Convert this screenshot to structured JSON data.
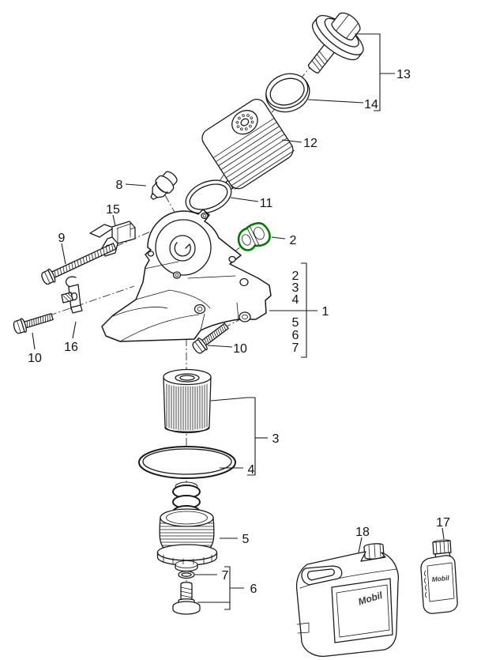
{
  "colors": {
    "background": "#ffffff",
    "line": "#1a1a1a",
    "highlight_green": "#007a00",
    "text": "#111111"
  },
  "callouts": {
    "n1": "1",
    "n2": "2",
    "n3": "3",
    "n4": "4",
    "n5": "5",
    "n6": "6",
    "n7": "7",
    "n8": "8",
    "n9": "9",
    "n10_left": "10",
    "n10_right": "10",
    "n11": "11",
    "n12": "12",
    "n13": "13",
    "n14": "14",
    "n15": "15",
    "n16": "16",
    "n17": "17",
    "n18": "18"
  },
  "group1": {
    "items": [
      "2",
      "3",
      "4",
      "5",
      "6",
      "7"
    ]
  },
  "brand": {
    "jug_label": "Mobil",
    "bottle_label": "Mobil"
  }
}
